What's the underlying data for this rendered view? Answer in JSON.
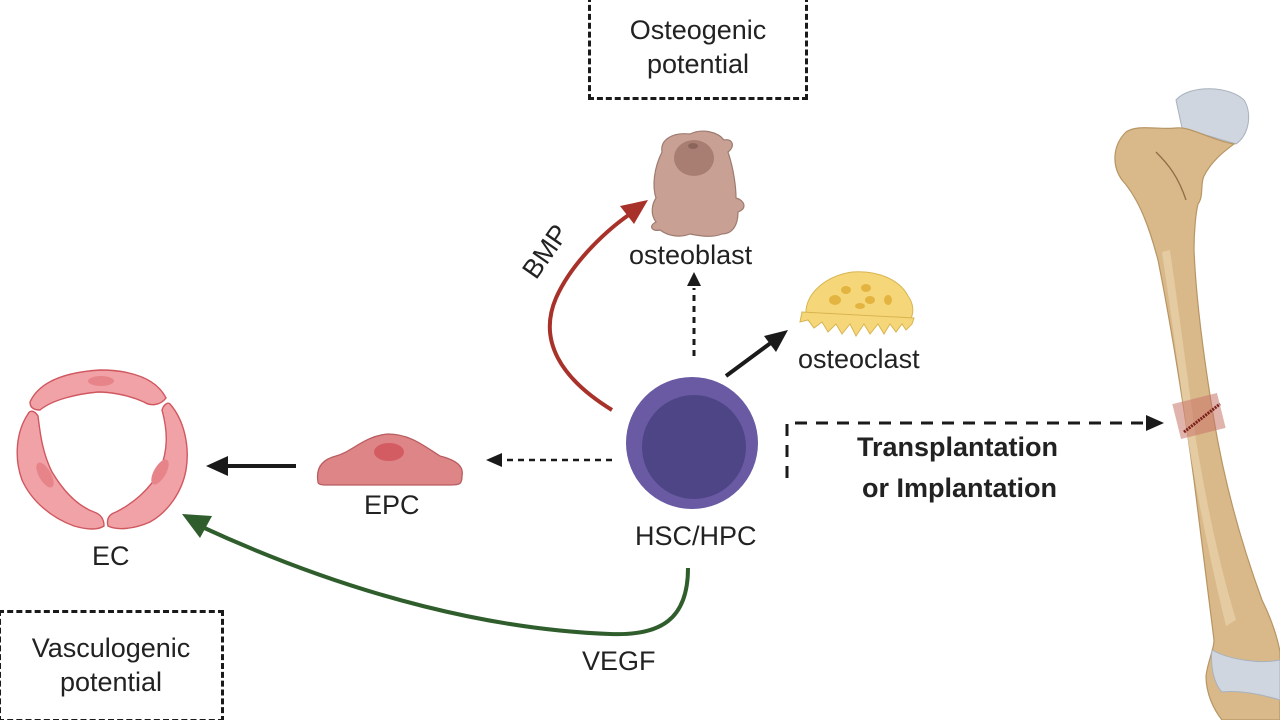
{
  "boxes": {
    "osteogenic": [
      "Osteogenic",
      "potential"
    ],
    "vasculogenic": [
      "Vasculogenic",
      "potential"
    ]
  },
  "cells": {
    "osteoblast": "osteoblast",
    "osteoclast": "osteoclast",
    "hsc": "HSC/HPC",
    "epc": "EPC",
    "ec": "EC"
  },
  "signals": {
    "bmp": "BMP",
    "vegf": "VEGF"
  },
  "procedure": [
    "Transplantation",
    "or Implantation"
  ],
  "colors": {
    "bmp_arrow": "#a8322a",
    "vegf_arrow": "#2f5e2c",
    "hsc_outer": "#6a5aa3",
    "hsc_inner": "#4d4585",
    "ec_cell": "#f1a2a6",
    "epc_cell": "#de8587",
    "osteoblast": "#c8a094",
    "osteoclast": "#f5d77a",
    "bone": "#d9b98a",
    "cartilage": "#cfd6df"
  }
}
